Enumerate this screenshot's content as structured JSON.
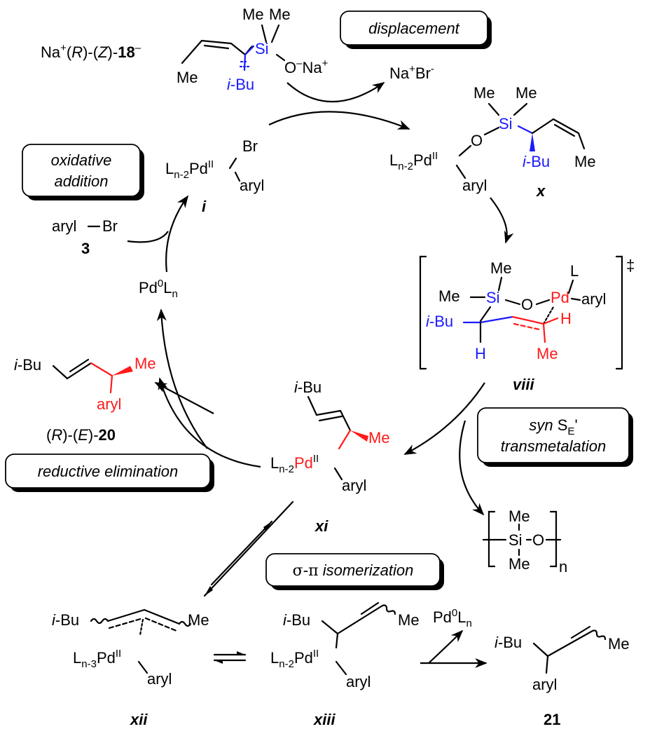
{
  "colors": {
    "black": "#000000",
    "blue": "#1a1aff",
    "red": "#ff1a1a"
  },
  "boxes": {
    "displacement": "displacement",
    "oxidative_1": "oxidative",
    "oxidative_2": "addition",
    "syn": "syn",
    "se": "S",
    "se_sub": "E",
    "se_prime": "'",
    "transmetalation": "transmetalation",
    "reductive": "reductive elimination",
    "isomerization_sigma": "σ-π",
    "isomerization_word": "isomerization"
  },
  "reagent": {
    "na": "Na",
    "plus": "+",
    "open": "(",
    "R": "R",
    "mid": ")-(",
    "Z": "Z",
    "close": ")-",
    "num": "18",
    "charge": "–",
    "me1": "Me",
    "me2": "Me",
    "me3": "Me",
    "si": "Si",
    "o": "O",
    "ominus": "–",
    "na2": "Na",
    "na2plus": "+",
    "ibu": "i",
    "ibu_rest": "-Bu"
  },
  "byproduct": {
    "na": "Na",
    "plus": "+",
    "br": "Br",
    "minus": "-"
  },
  "complex_i": {
    "br": "Br",
    "L": "L",
    "Lsub": "n-2",
    "pd": "Pd",
    "ox": "II",
    "aryl": "aryl",
    "label": "i"
  },
  "complex_x": {
    "me1": "Me",
    "me2": "Me",
    "si": "Si",
    "o": "O",
    "L": "L",
    "Lsub": "n-2",
    "pd": "Pd",
    "ox": "II",
    "aryl": "aryl",
    "ibu": "i",
    "ibu_rest": "-Bu",
    "me3": "Me",
    "label": "x"
  },
  "ts_viii": {
    "me1": "Me",
    "me2": "Me",
    "si": "Si",
    "o": "O",
    "pd": "Pd",
    "L": "L",
    "aryl": "aryl",
    "ibu": "i",
    "ibu_rest": "-Bu",
    "h1": "H",
    "h2": "H",
    "me3": "Me",
    "dagger": "‡",
    "label": "viii"
  },
  "arylbromide": {
    "aryl": "aryl",
    "br": "Br",
    "num": "3"
  },
  "pd0": {
    "pd": "Pd",
    "sup": "0",
    "L": "L",
    "sub": "n"
  },
  "product_20": {
    "ibu": "i",
    "ibu_rest": "-Bu",
    "me": "Me",
    "aryl": "aryl",
    "o1": "(",
    "R": "R",
    "m": ")-(",
    "E": "E",
    "c": ")-",
    "num": "20"
  },
  "complex_xi": {
    "ibu": "i",
    "ibu_rest": "-Bu",
    "L": "L",
    "Lsub": "n-2",
    "pd": "Pd",
    "ox": "II",
    "me": "Me",
    "aryl": "aryl",
    "label": "xi"
  },
  "siloxane": {
    "me1": "Me",
    "si": "Si",
    "o": "O",
    "me2": "Me",
    "n": "n"
  },
  "complex_xii": {
    "ibu": "i",
    "ibu_rest": "-Bu",
    "me": "Me",
    "L": "L",
    "Lsub": "n-3",
    "pd": "Pd",
    "ox": "II",
    "aryl": "aryl",
    "label": "xii"
  },
  "complex_xiii": {
    "ibu": "i",
    "ibu_rest": "-Bu",
    "me": "Me",
    "L": "L",
    "Lsub": "n-2",
    "pd": "Pd",
    "ox": "II",
    "aryl": "aryl",
    "label": "xiii"
  },
  "pd0_b": {
    "pd": "Pd",
    "sup": "0",
    "L": "L",
    "sub": "n"
  },
  "product_21": {
    "ibu": "i",
    "ibu_rest": "-Bu",
    "aryl": "aryl",
    "me": "Me",
    "num": "21"
  }
}
